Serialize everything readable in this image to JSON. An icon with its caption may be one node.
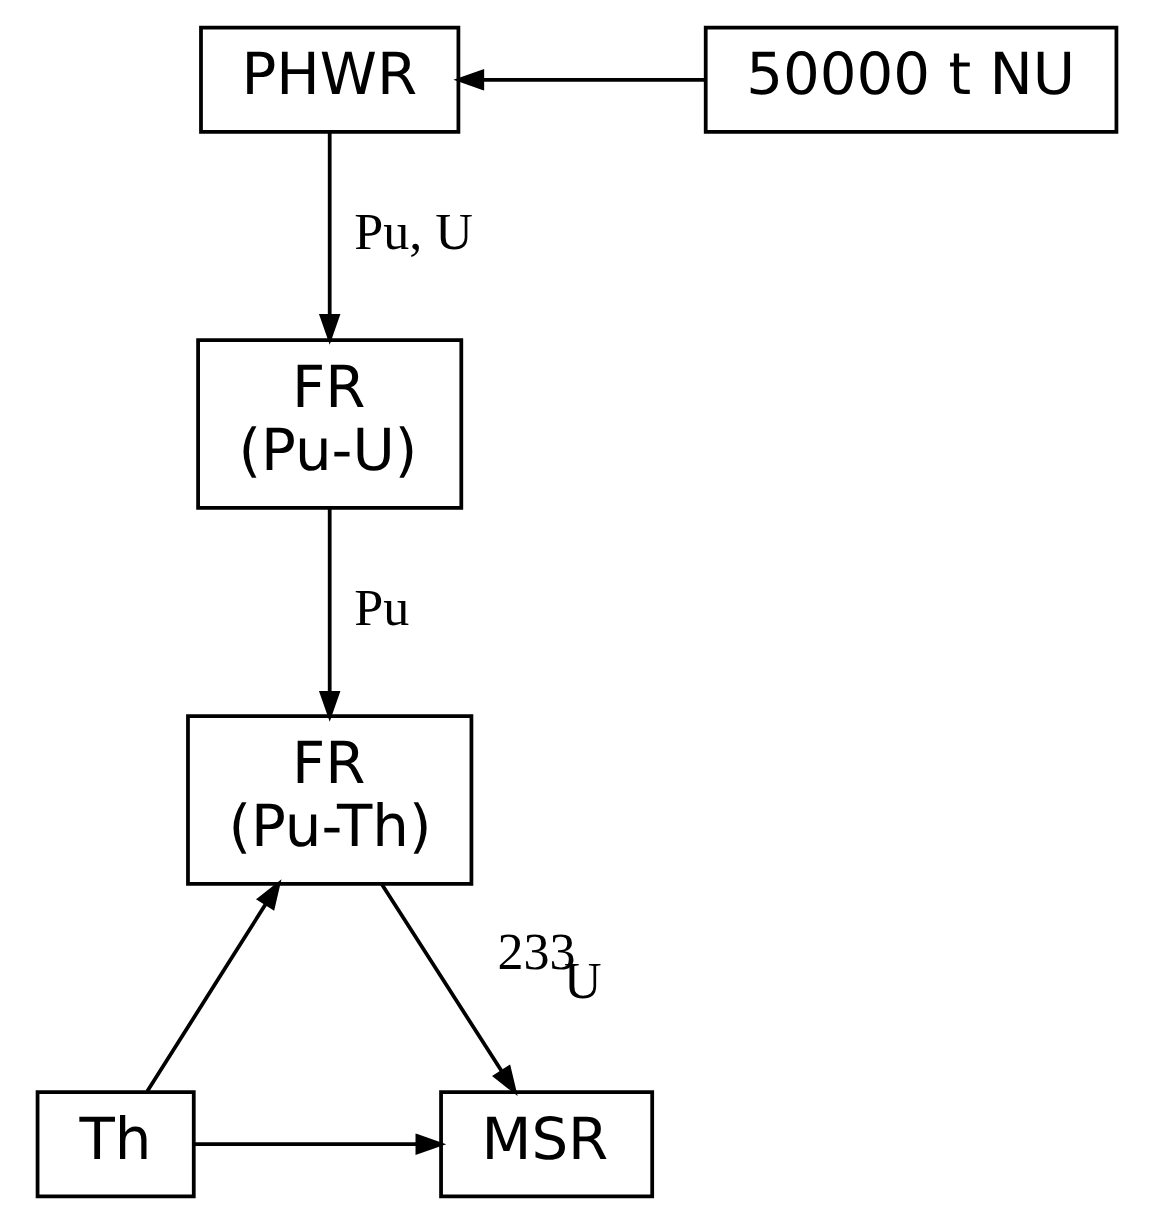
{
  "diagram": {
    "nodes": [
      {
        "text": [
          "PHWR"
        ]
      },
      {
        "text": [
          "50000 t NU"
        ]
      },
      {
        "text": [
          "FR (Pu-U)"
        ]
      },
      {
        "text": [
          "FR (Pu-Th)"
        ]
      },
      {
        "text": [
          "MSR"
        ]
      },
      {
        "text": [
          "Th"
        ]
      }
    ],
    "edges": [
      {
        "from": 1,
        "to": 0,
        "arrow": "to"
      },
      {
        "from": 0,
        "to": 2,
        "arrow": "to",
        "label": "Pu, U"
      },
      {
        "from": 2,
        "to": 3,
        "arrow": "to",
        "label": "Pu"
      },
      {
        "from": 3,
        "to": 4,
        "arrow": "to",
        "label": "$^{233}$U"
      },
      {
        "from": 5,
        "to": 3,
        "arrow": "to"
      },
      {
        "from": 5,
        "to": 4,
        "arrow": "to"
      }
    ]
  }
}
